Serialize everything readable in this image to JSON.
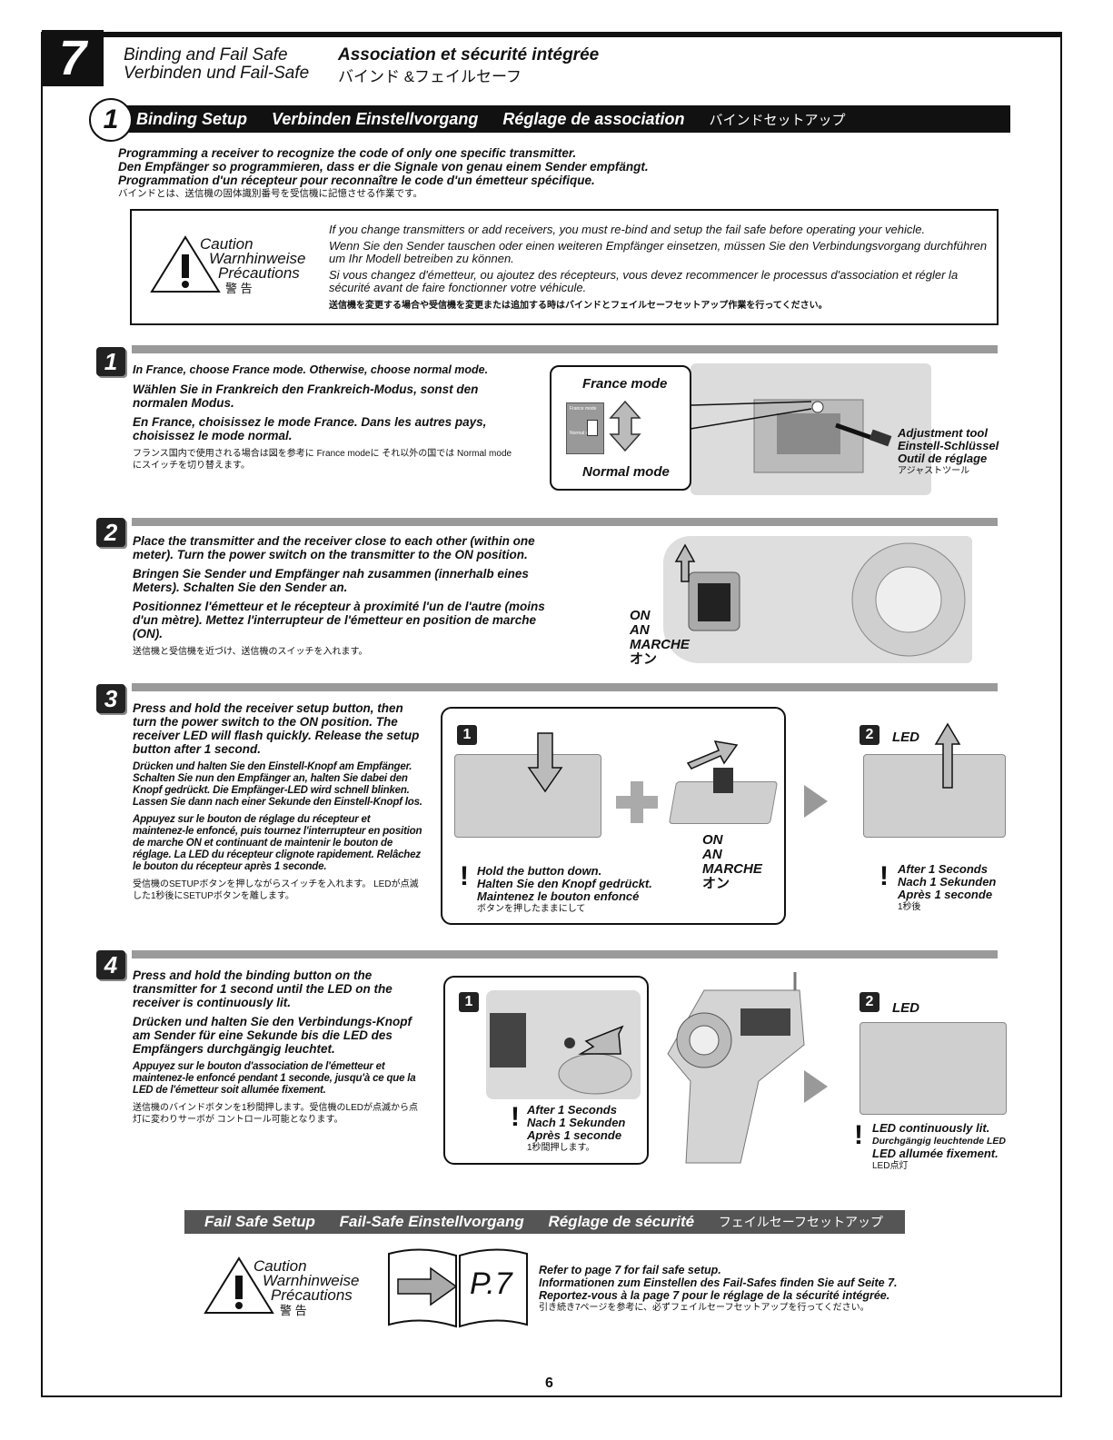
{
  "chapter": {
    "number": "7",
    "title_en": "Binding and Fail Safe",
    "title_de": "Verbinden und Fail-Safe",
    "title_fr": "Association et sécurité intégrée",
    "title_jp": "バインド &フェイルセーフ"
  },
  "binding_setup": {
    "number": "1",
    "bar": [
      "Binding Setup",
      "Verbinden Einstellvorgang",
      "Réglage de association",
      "バインドセットアップ"
    ],
    "intro": [
      "Programming a receiver to recognize the code of only one specific transmitter.",
      "Den Empfänger so programmieren, dass er die Signale von genau einem Sender empfängt.",
      "Programmation d'un récepteur pour reconnaître le code d'un émetteur spécifique.",
      "バインドとは、送信機の固体識別番号を受信機に記憶させる作業です。"
    ],
    "caution_labels": [
      "Caution",
      "Warnhinweise",
      "Précautions",
      "警 告"
    ],
    "caution_texts": [
      "If you change transmitters or add receivers, you must re-bind and setup the fail safe before operating your vehicle.",
      "Wenn Sie den Sender tauschen oder einen weiteren Empfänger einsetzen, müssen Sie den Verbindungsvorgang durchführen um Ihr Modell betreiben zu können.",
      "Si vous changez d'émetteur, ou ajoutez des récepteurs, vous devez recommencer le processus d'association et régler la sécurité avant de faire fonctionner votre véhicule.",
      "送信機を変更する場合や受信機を変更または追加する時はバインドとフェイルセーフセットアップ作業を行ってください。"
    ]
  },
  "steps": [
    {
      "number": "1",
      "texts": [
        "In France, choose France mode. Otherwise, choose normal mode.",
        "Wählen Sie in Frankreich den Frankreich-Modus, sonst den normalen Modus.",
        "En France, choisissez le mode France. Dans les autres pays, choisissez le mode normal.",
        "フランス国内で使用される場合は図を参考に France modeに それ以外の国では Normal modeにスイッチを切り替えます。"
      ],
      "france_mode": "France mode",
      "normal_mode": "Normal mode",
      "switch_top": "France mode",
      "switch_bottom": "Normal mode",
      "tool_labels": [
        "Adjustment tool",
        "Einstell-Schlüssel",
        "Outil de réglage",
        "アジャストツール"
      ]
    },
    {
      "number": "2",
      "texts": [
        "Place the transmitter and the receiver close to each other (within one meter). Turn the power switch on the transmitter to the ON position.",
        "Bringen Sie Sender und Empfänger nah zusammen (innerhalb eines Meters). Schalten Sie den Sender an.",
        "Positionnez l'émetteur et le récepteur à proximité l'un de l'autre (moins d'un mètre). Mettez l'interrupteur de l'émetteur en position de marche (ON).",
        "送信機と受信機を近づけ、送信機のスイッチを入れます。"
      ],
      "on_labels": [
        "ON",
        "AN",
        "MARCHE",
        "オン"
      ]
    },
    {
      "number": "3",
      "texts": [
        "Press and hold the receiver setup button, then turn the power switch to the ON position. The receiver LED will flash quickly. Release the setup button after 1 second.",
        "Drücken und halten Sie den Einstell-Knopf am Empfänger. Schalten Sie nun den Empfänger an, halten Sie dabei den Knopf gedrückt. Die Empfänger-LED wird schnell blinken. Lassen Sie dann nach einer Sekunde den Einstell-Knopf los.",
        "Appuyez sur le bouton de réglage du récepteur et maintenez-le enfoncé, puis tournez l'interrupteur en position de marche ON et continuant de maintenir le bouton de réglage. La LED du récepteur clignote rapidement. Relâchez le bouton du récepteur après 1 seconde.",
        "受信機のSETUPボタンを押しながらスイッチを入れます。 LEDが点滅した1秒後にSETUPボタンを離します。"
      ],
      "sub1": "1",
      "sub2": "2",
      "hold_notes": [
        "Hold the button down.",
        "Halten Sie den Knopf gedrückt.",
        "Maintenez le bouton enfoncé",
        "ボタンを押したままにして"
      ],
      "on_labels": [
        "ON",
        "AN",
        "MARCHE",
        "オン"
      ],
      "led": "LED",
      "after_notes": [
        "After 1 Seconds",
        "Nach 1 Sekunden",
        "Après 1 seconde",
        "1秒後"
      ]
    },
    {
      "number": "4",
      "texts": [
        "Press and hold the binding button on the transmitter for 1 second until the LED on the receiver is continuously lit.",
        "Drücken und halten Sie den Verbindungs-Knopf am Sender für eine Sekunde bis die LED des Empfängers durchgängig leuchtet.",
        "Appuyez sur le bouton d'association de l'émetteur et maintenez-le enfoncé pendant 1 seconde, jusqu'à ce que la LED de l'émetteur soit allumée fixement.",
        "送信機のバインドボタンを1秒間押します。受信機のLEDが点滅から点灯に変わりサーボが コントロール可能となります。"
      ],
      "sub1": "1",
      "sub2": "2",
      "after_notes": [
        "After 1 Seconds",
        "Nach 1 Sekunden",
        "Après 1 seconde",
        "1秒間押します。"
      ],
      "led": "LED",
      "lit_notes": [
        "LED continuously lit.",
        "Durchgängig leuchtende LED",
        "LED allumée fixement.",
        "LED点灯"
      ]
    }
  ],
  "fail_safe": {
    "bar": [
      "Fail Safe Setup",
      "Fail-Safe Einstellvorgang",
      "Réglage de sécurité",
      "フェイルセーフセットアップ"
    ],
    "caution_labels": [
      "Caution",
      "Warnhinweise",
      "Précautions",
      "警 告"
    ],
    "page_ref": "P.7",
    "texts": [
      "Refer to page 7 for fail safe setup.",
      "Informationen zum Einstellen des Fail-Safes finden Sie auf Seite 7.",
      "Reportez-vous à la page 7 pour le réglage de la sécurité intégrée.",
      "引き続き7ページを参考に、必ずフェイルセーフセットアップを行ってください。"
    ]
  },
  "page_number": "6"
}
